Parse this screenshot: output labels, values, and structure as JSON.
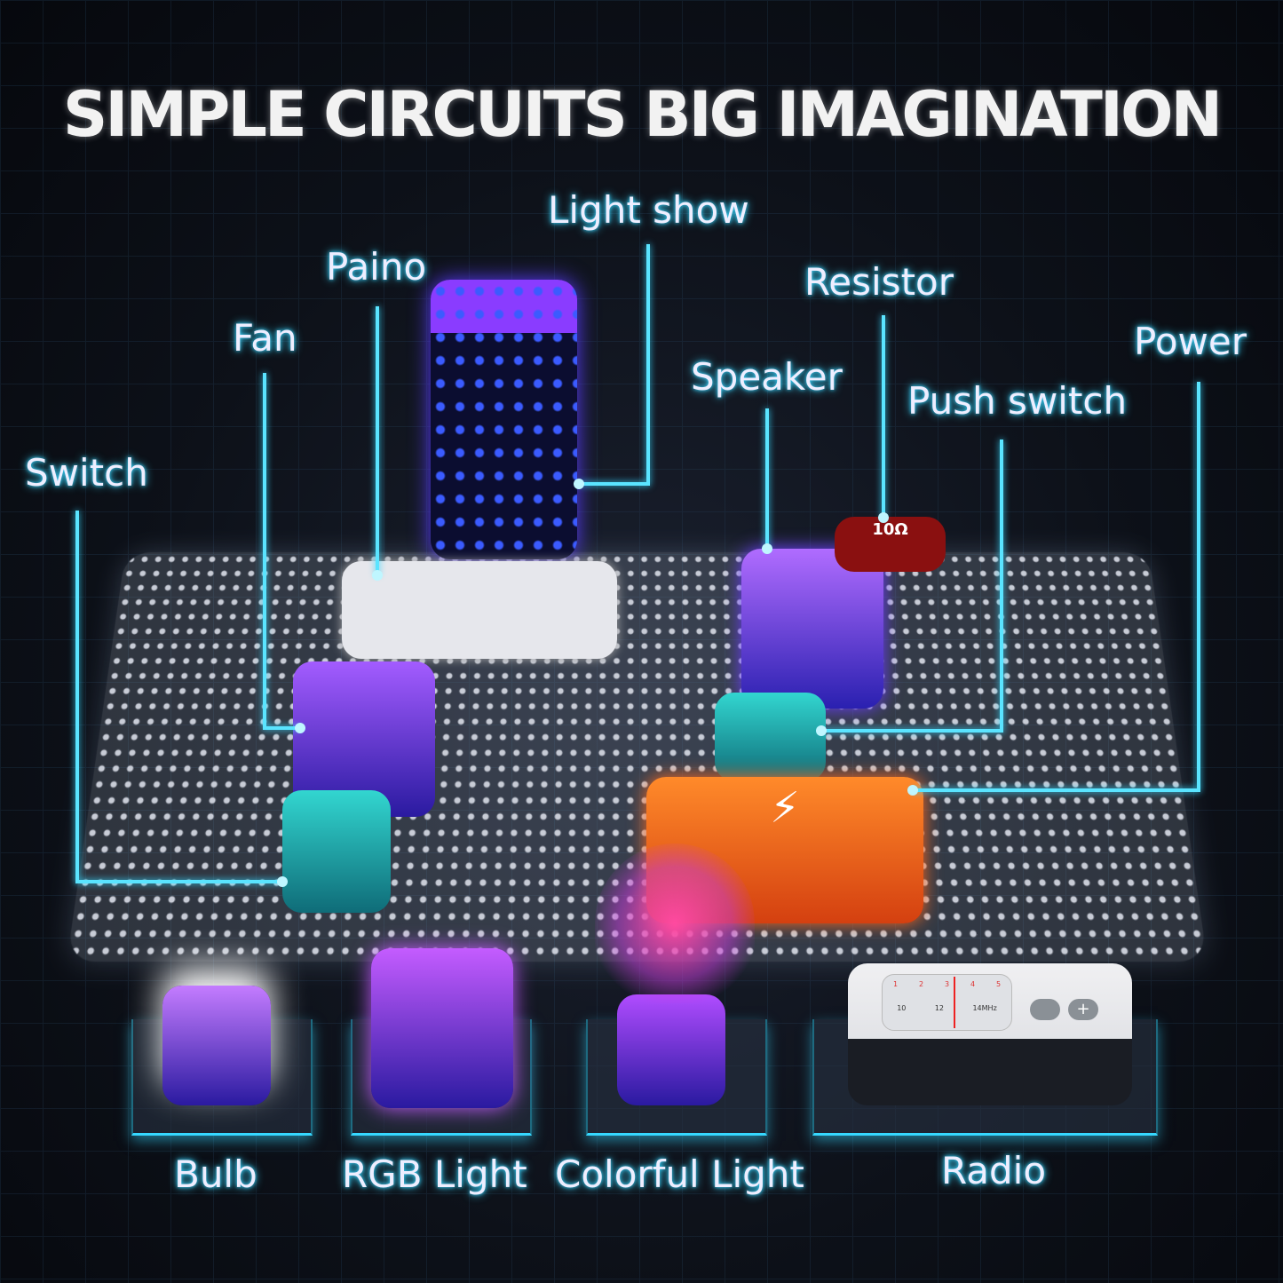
{
  "title": "SIMPLE CIRCUITS  BIG IMAGINATION",
  "accent_color": "#36d8ff",
  "labels": {
    "light_show": "Light show",
    "piano": "Paino",
    "fan": "Fan",
    "switch": "Switch",
    "speaker": "Speaker",
    "resistor": "Resistor",
    "push_switch": "Push switch",
    "power": "Power",
    "bulb": "Bulb",
    "rgb_light": "RGB Light",
    "colorful_light": "Colorful Light",
    "radio": "Radio"
  },
  "component_text": {
    "resistor_value": "10Ω",
    "radio_dial_top": [
      "1",
      "2",
      "3",
      "4",
      "5"
    ],
    "radio_dial_bottom": [
      "10",
      "12",
      "14MHz"
    ]
  }
}
